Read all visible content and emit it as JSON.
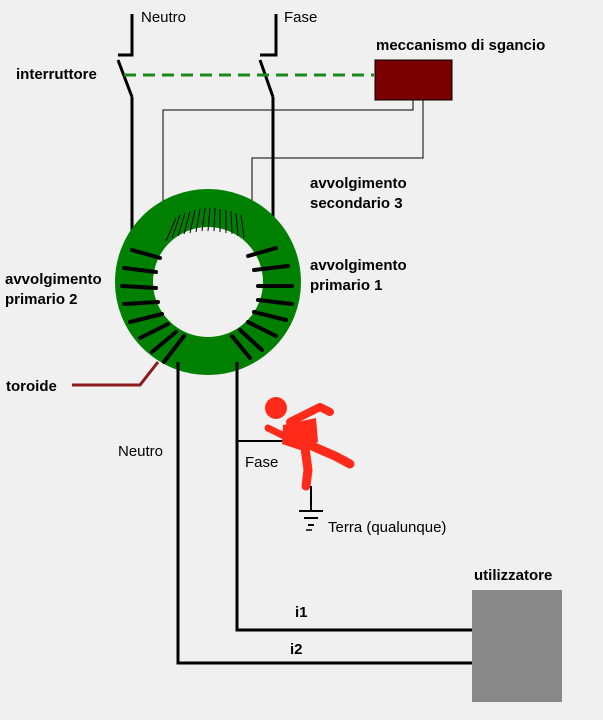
{
  "labels": {
    "neutro_top": "Neutro",
    "fase_top": "Fase",
    "interruttore": "interruttore",
    "meccanismo": "meccanismo di sgancio",
    "secondario_line1": "avvolgimento",
    "secondario_line2": "secondario 3",
    "primario1_line1": "avvolgimento",
    "primario1_line2": "primario 1",
    "primario2_line1": "avvolgimento",
    "primario2_line2": "primario 2",
    "toroide": "toroide",
    "neutro_mid": "Neutro",
    "fase_mid": "Fase",
    "terra": "Terra (qualunque)",
    "utilizzatore": "utilizzatore",
    "i1": "i1",
    "i2": "i2"
  },
  "colors": {
    "background": "#f0f0f0",
    "wire": "#000000",
    "toroid": "#008000",
    "trip_box": "#7a0000",
    "trip_link": "#1a8a1a",
    "toroid_pointer": "#8b1a1a",
    "person": "#ff2a1a",
    "load_box": "#888888"
  },
  "icons": {
    "person": "person-shock-icon",
    "ground": "ground-symbol-icon"
  }
}
